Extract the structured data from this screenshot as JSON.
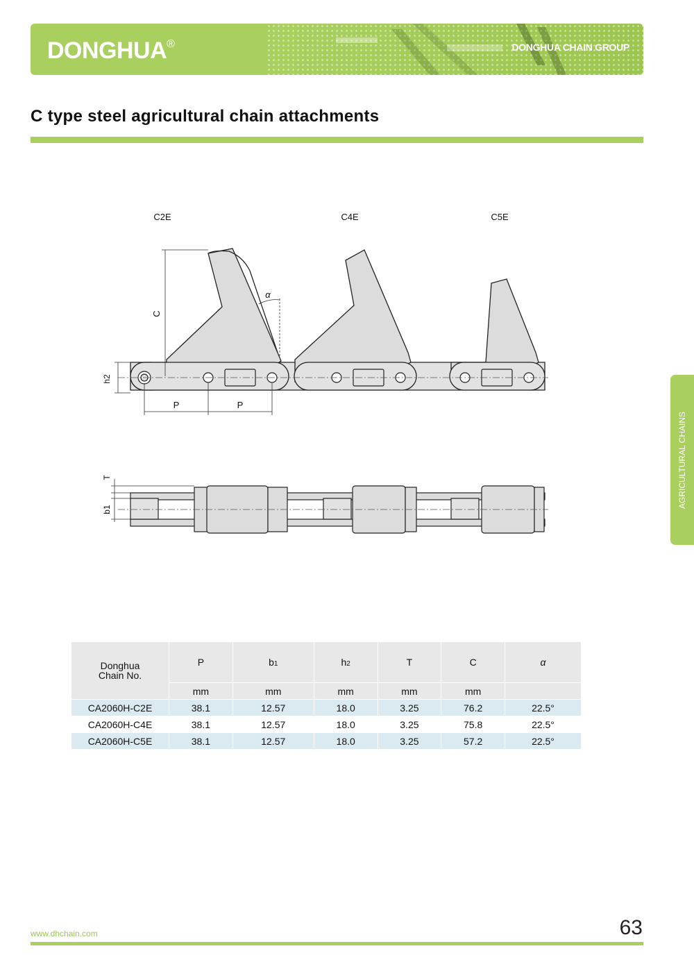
{
  "header": {
    "logo": "DONGHUA",
    "logo_mark": "®",
    "group": "DONGHUA CHAIN GROUP"
  },
  "title": "C type steel agricultural chain attachments",
  "side_tab": "AGRICULTURAL CHAINS",
  "drawing": {
    "labels": {
      "c2e": "C2E",
      "c4e": "C4E",
      "c5e": "C5E",
      "c": "C",
      "alpha": "α",
      "h2": "h2",
      "p1": "P",
      "p2": "P",
      "t": "T",
      "b1": "b1"
    }
  },
  "table": {
    "header_first_line1": "Donghua",
    "header_first_line2": "Chain No.",
    "columns": [
      {
        "main": "P",
        "sub": ""
      },
      {
        "main": "b",
        "sub": "1"
      },
      {
        "main": "h",
        "sub": "2"
      },
      {
        "main": "T",
        "sub": ""
      },
      {
        "main": "C",
        "sub": ""
      },
      {
        "main": "α",
        "sub": ""
      }
    ],
    "units": [
      "mm",
      "mm",
      "mm",
      "mm",
      "mm",
      ""
    ],
    "rows": [
      [
        "CA2060H-C2E",
        "38.1",
        "12.57",
        "18.0",
        "3.25",
        "76.2",
        "22.5°"
      ],
      [
        "CA2060H-C4E",
        "38.1",
        "12.57",
        "18.0",
        "3.25",
        "75.8",
        "22.5°"
      ],
      [
        "CA2060H-C5E",
        "38.1",
        "12.57",
        "18.0",
        "3.25",
        "57.2",
        "22.5°"
      ]
    ]
  },
  "footer": {
    "url": "www.dhchain.com",
    "page": "63"
  }
}
